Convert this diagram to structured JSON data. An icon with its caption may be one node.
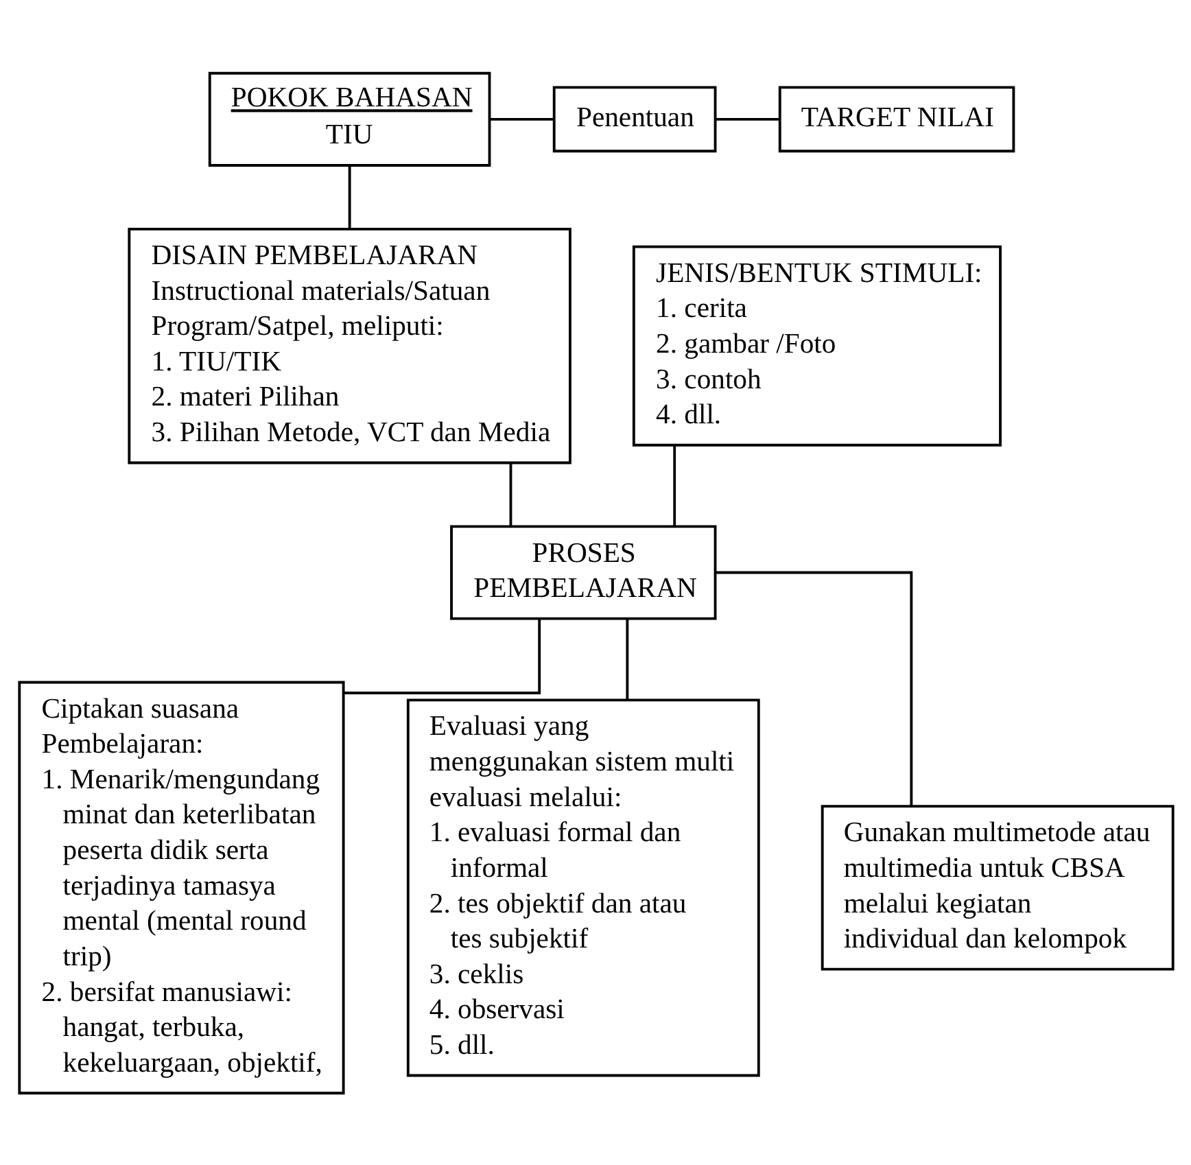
{
  "diagram": {
    "nodes": [
      {
        "text": [
          "POKOK BAHASAN",
          "TIU"
        ]
      },
      {
        "text": [
          "Penentuan"
        ]
      },
      {
        "text": [
          "TARGET NILAI"
        ]
      },
      {
        "text": [
          "DISAIN PEMBELAJARAN",
          "Instructional materials/Satuan Program/Satpel, meliputi:",
          "1. TIU/TIK",
          "2. materi Pilihan",
          "3. Pilihan Metode, VCT dan Media"
        ]
      },
      {
        "text": [
          "JENIS/BENTUK STIMULI:",
          "1. cerita",
          "2. gambar /Foto",
          "3. contoh",
          "4. dll."
        ]
      },
      {
        "text": [
          "PROSES PEMBELAJARAN"
        ]
      },
      {
        "text": [
          "Ciptakan suasana Pembelajaran:",
          "1. Menarik/mengundang minat dan keterlibatan peserta didik serta terjadinya tamasya mental (mental round trip)",
          "2. bersifat manusiawi: hangat, terbuka, kekeluargaan, objektif,"
        ]
      },
      {
        "text": [
          "Evaluasi yang menggunakan sistem multi evaluasi melalui:",
          "1. evaluasi formal dan informal",
          "2. tes objektif dan atau tes subjektif",
          "3. ceklis",
          "4. observasi",
          "5. dll."
        ]
      },
      {
        "text": [
          "Gunakan multimetode atau multimedia untuk CBSA melalui kegiatan individual dan kelompok"
        ]
      }
    ],
    "edges": [
      {
        "from": 0,
        "to": 1,
        "arrow": "none"
      },
      {
        "from": 1,
        "to": 2,
        "arrow": "none"
      },
      {
        "from": 0,
        "to": 3,
        "arrow": "none"
      },
      {
        "from": 3,
        "to": 5,
        "arrow": "none"
      },
      {
        "from": 4,
        "to": 5,
        "arrow": "none"
      },
      {
        "from": 5,
        "to": 6,
        "arrow": "none"
      },
      {
        "from": 5,
        "to": 7,
        "arrow": "none"
      },
      {
        "from": 5,
        "to": 8,
        "arrow": "none"
      }
    ]
  }
}
